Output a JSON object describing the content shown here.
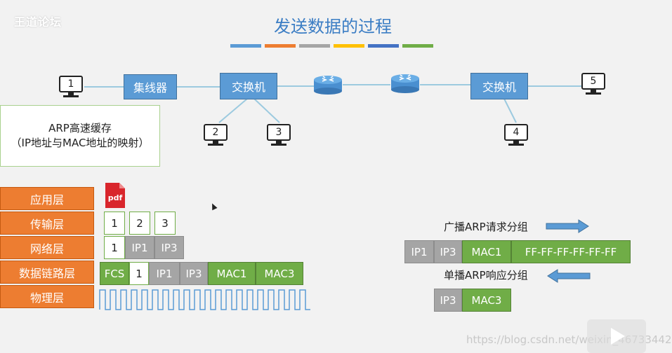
{
  "watermark_top_left": "王道论坛",
  "title": "发送数据的过程",
  "title_underline_colors": [
    "#5b9bd5",
    "#ed7d31",
    "#a5a5a5",
    "#ffc000",
    "#4472c4",
    "#70ad47"
  ],
  "network": {
    "hub": "集线器",
    "switch_left": "交换机",
    "switch_right": "交换机",
    "hosts": [
      "1",
      "2",
      "3",
      "4",
      "5"
    ]
  },
  "arp_cache": {
    "line1": "ARP高速缓存",
    "line2": "（IP地址与MAC地址的映射）"
  },
  "layers": [
    "应用层",
    "传输层",
    "网络层",
    "数据链路层",
    "物理层"
  ],
  "application": {
    "pdf_label": "pdf"
  },
  "transport_segments": [
    "1",
    "2",
    "3"
  ],
  "network_packet": [
    "1",
    "IP1",
    "IP3"
  ],
  "data_link_frame": [
    "FCS",
    "1",
    "IP1",
    "IP3",
    "MAC1",
    "MAC3"
  ],
  "arp_request": {
    "label": "广播ARP请求分组",
    "fields": [
      "IP1",
      "IP3",
      "MAC1",
      "FF-FF-FF-FF-FF-FF"
    ]
  },
  "arp_reply": {
    "label": "单播ARP响应分组",
    "fields": [
      "IP3",
      "MAC3"
    ]
  },
  "watermark_bottom_right": "https://blog.csdn.net/weixin_46733442"
}
